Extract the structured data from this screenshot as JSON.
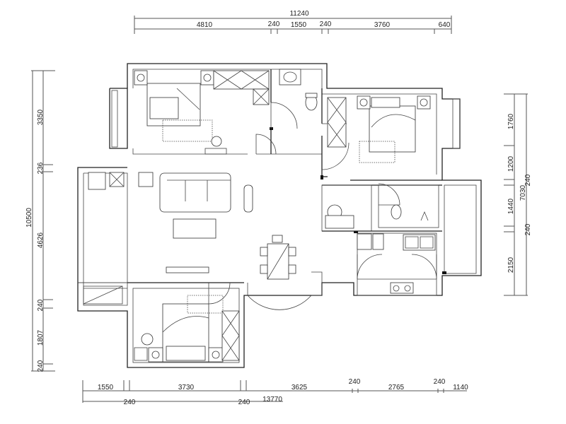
{
  "top_dimensions": {
    "total": "11240",
    "segments": [
      "4810",
      "240",
      "1550",
      "240",
      "3760",
      "640"
    ]
  },
  "bottom_dimensions": {
    "total": "13770",
    "segments_upper": [
      "1550",
      "3730",
      "3625",
      "2765",
      "1140"
    ],
    "wall_marks_upper": [
      "240",
      "240"
    ],
    "wall_marks_lower": [
      "240",
      "240"
    ]
  },
  "left_dimensions": {
    "total": "10500",
    "segments": [
      "3350",
      "236",
      "4626",
      "240",
      "1807",
      "240"
    ]
  },
  "right_dimensions": {
    "total": "7030",
    "segments": [
      "1760",
      "1200",
      "1440",
      "2150"
    ],
    "wall_marks": [
      "240",
      "240"
    ]
  }
}
